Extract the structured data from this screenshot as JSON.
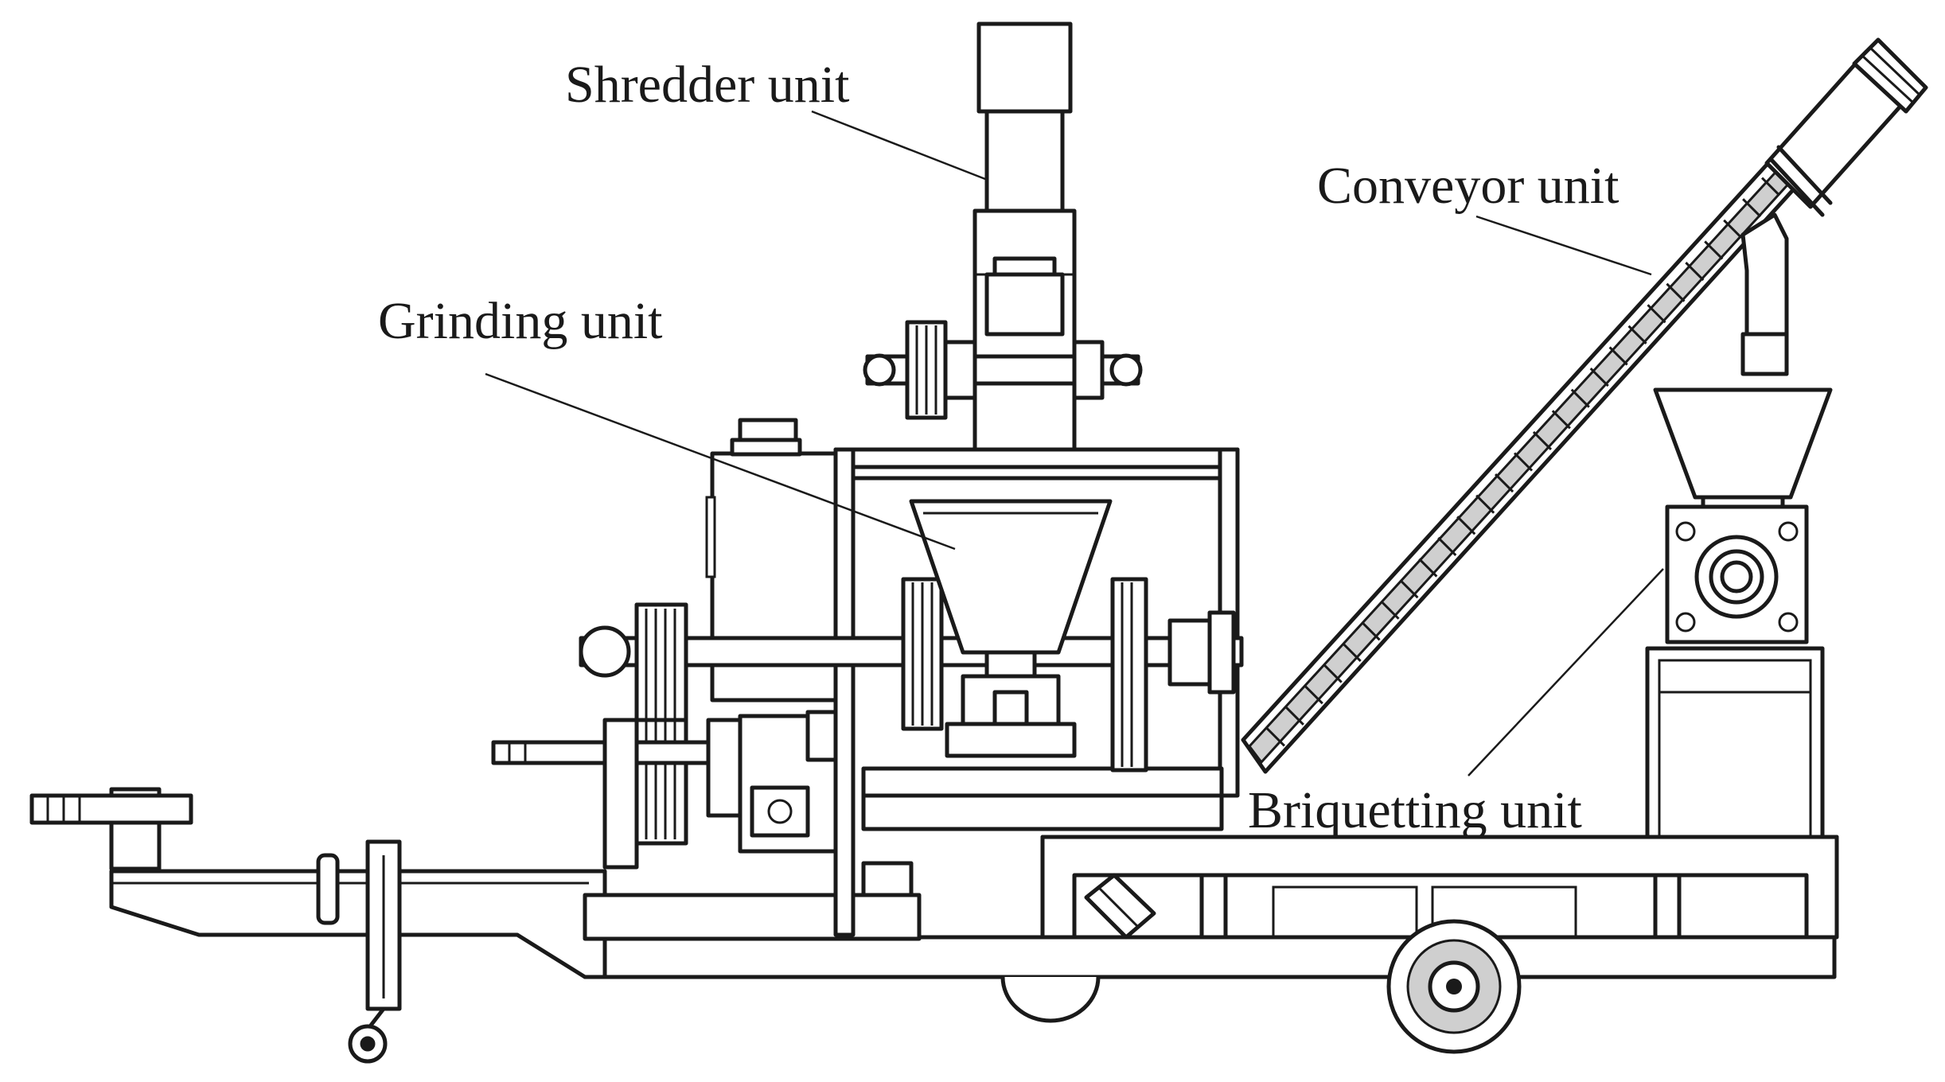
{
  "labels": {
    "shredder": "Shredder unit",
    "conveyor": "Conveyor unit",
    "grinding": "Grinding unit",
    "briquetting": "Briquetting unit"
  }
}
